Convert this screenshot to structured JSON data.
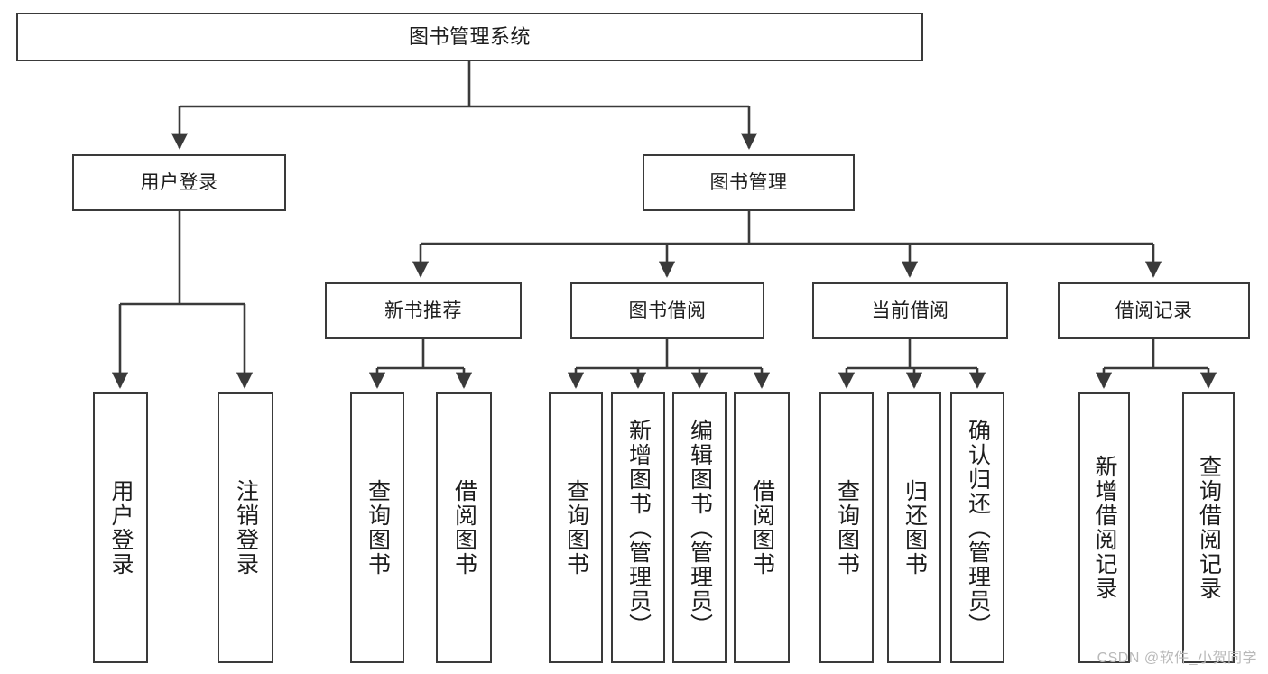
{
  "diagram": {
    "title": "图书管理系统",
    "type": "hierarchy-tree",
    "colors": {
      "stroke": "#3a3a3a",
      "fill": "#ffffff",
      "text": "#1d1d1d",
      "watermark": "#b9b9b9"
    },
    "root": {
      "label": "图书管理系统"
    },
    "level2": [
      {
        "label": "用户登录"
      },
      {
        "label": "图书管理"
      }
    ],
    "level3": [
      {
        "label": "新书推荐"
      },
      {
        "label": "图书借阅"
      },
      {
        "label": "当前借阅"
      },
      {
        "label": "借阅记录"
      }
    ],
    "leaves": [
      {
        "label": "用户登录",
        "parent": "用户登录"
      },
      {
        "label": "注销登录",
        "parent": "用户登录"
      },
      {
        "label": "查询图书",
        "parent": "新书推荐"
      },
      {
        "label": "借阅图书",
        "parent": "新书推荐"
      },
      {
        "label": "查询图书",
        "parent": "图书借阅"
      },
      {
        "label": "新增图书（管理员）",
        "parent": "图书借阅"
      },
      {
        "label": "编辑图书（管理员）",
        "parent": "图书借阅"
      },
      {
        "label": "借阅图书",
        "parent": "图书借阅"
      },
      {
        "label": "查询图书",
        "parent": "当前借阅"
      },
      {
        "label": "归还图书",
        "parent": "当前借阅"
      },
      {
        "label": "确认归还（管理员）",
        "parent": "当前借阅"
      },
      {
        "label": "新增借阅记录",
        "parent": "借阅记录"
      },
      {
        "label": "查询借阅记录",
        "parent": "借阅记录"
      }
    ]
  },
  "watermark": {
    "text": "CSDN @软件_小贺同学"
  }
}
